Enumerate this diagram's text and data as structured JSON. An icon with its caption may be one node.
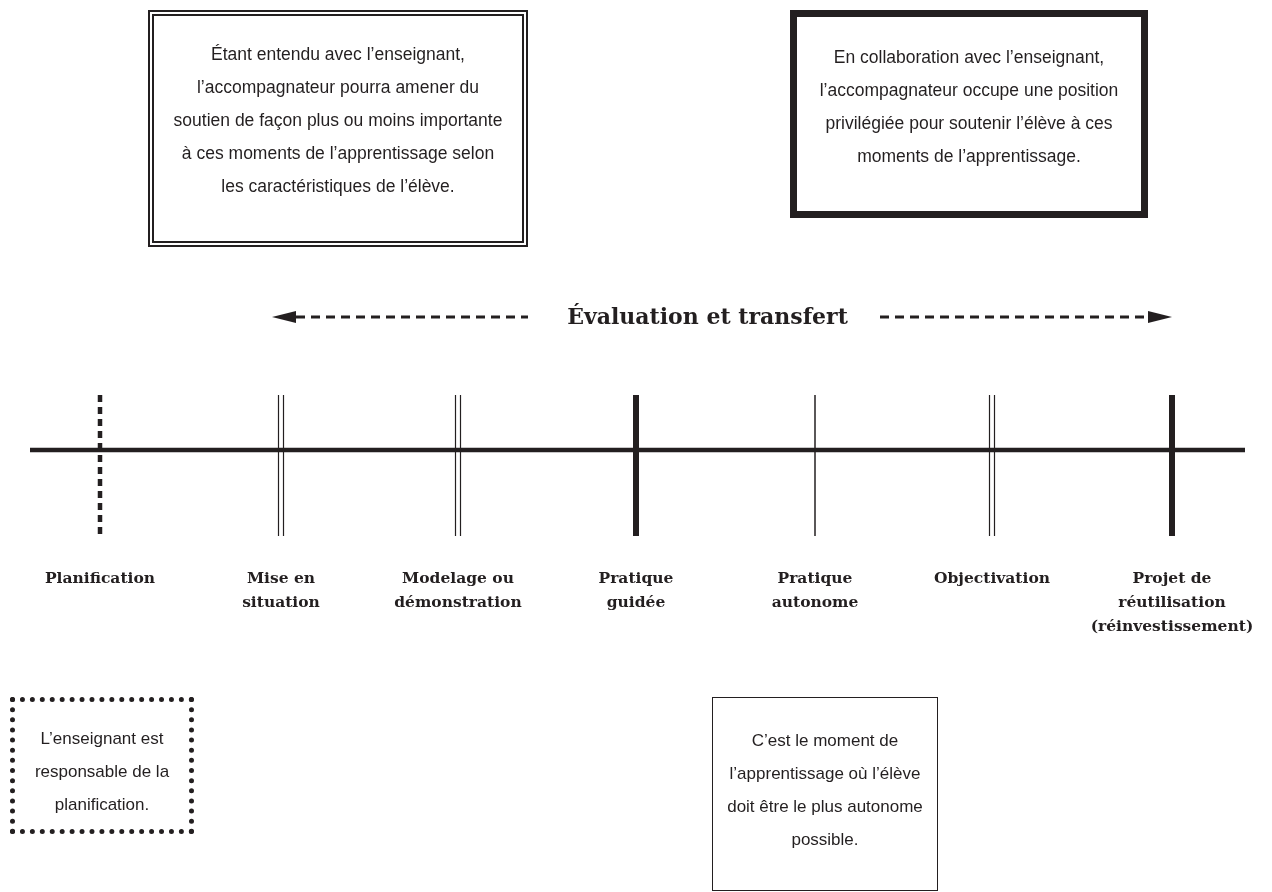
{
  "diagram": {
    "nodes": [
      {
        "text": [
          "Étant entendu avec l’enseignant, l’accompagnateur pourra amener du soutien de façon plus ou moins importante à ces moments de l’apprentissage selon les caractéristiques de l’élève."
        ]
      },
      {
        "text": [
          "En collaboration avec l’enseignant, l’accompagnateur occupe une position privilégiée pour soutenir l’élève à ces moments de l’apprentissage."
        ]
      },
      {
        "text": [
          "L’enseignant est responsable de la planification."
        ]
      },
      {
        "text": [
          "C’est le moment de l’apprentissage où l’élève doit être le plus autonome possible."
        ]
      }
    ],
    "labels": [
      "Évaluation et transfert",
      "Planification",
      "Mise en situation",
      "Modelage ou démonstration",
      "Pratique guidée",
      "Pratique autonome",
      "Objectivation",
      "Projet de réutilisation (réinvestissement)"
    ]
  }
}
